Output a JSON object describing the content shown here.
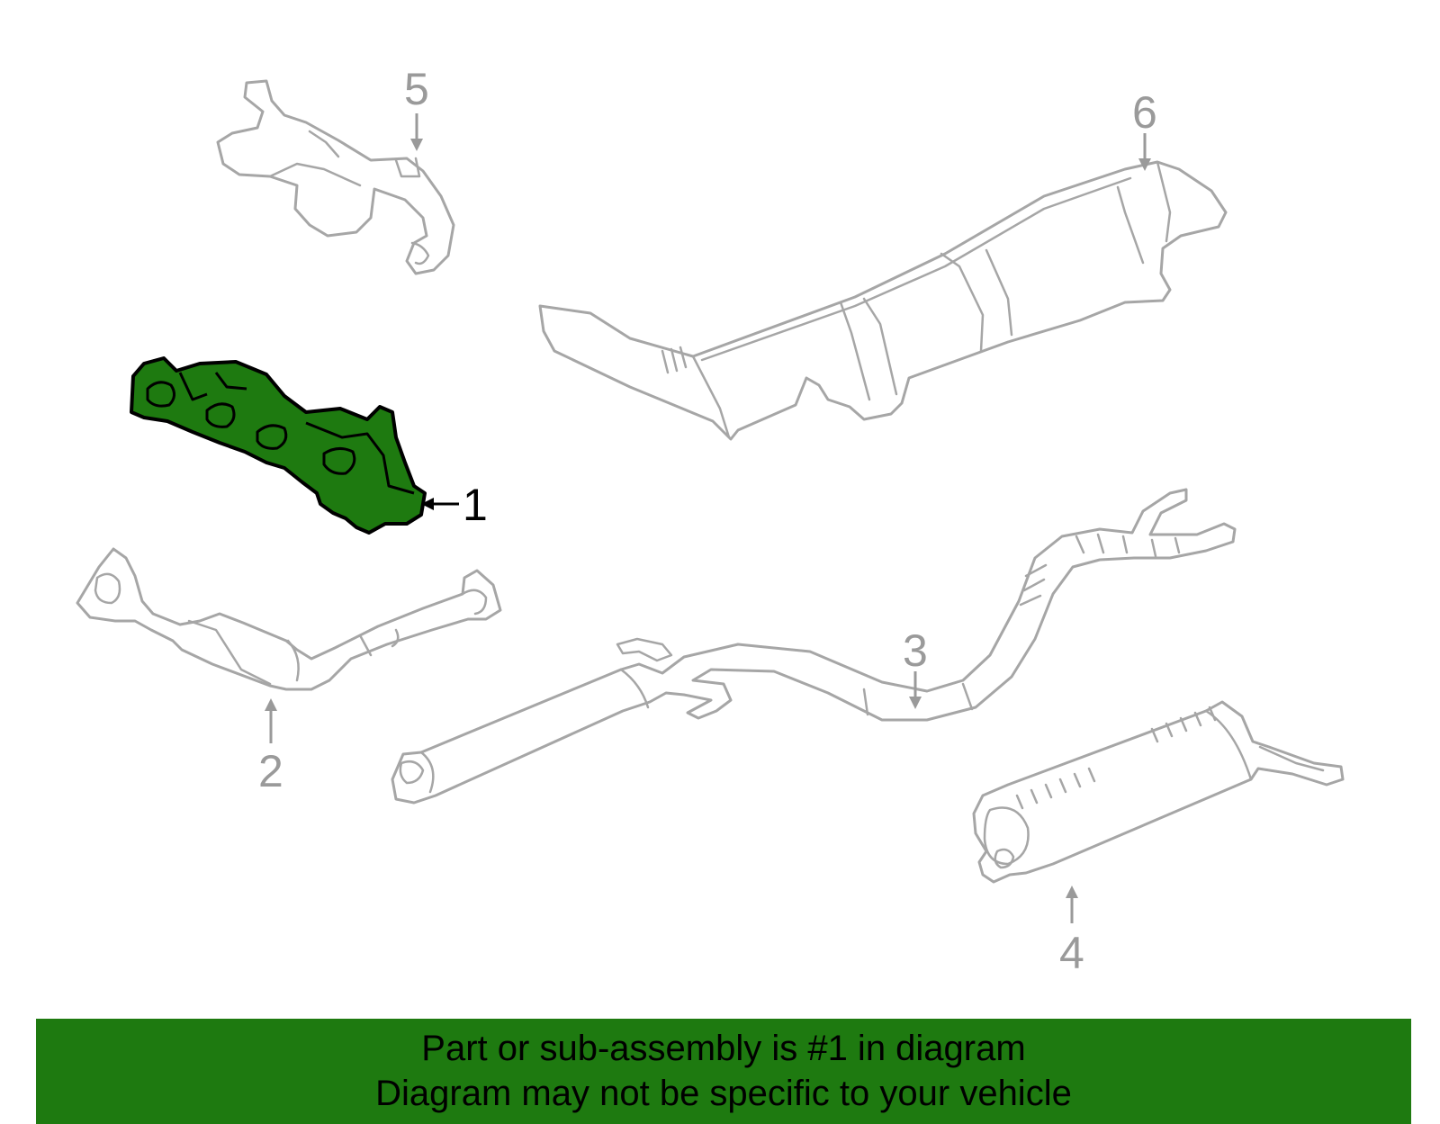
{
  "diagram": {
    "callouts": [
      {
        "id": "1",
        "label": "1",
        "highlighted": true
      },
      {
        "id": "2",
        "label": "2",
        "highlighted": false
      },
      {
        "id": "3",
        "label": "3",
        "highlighted": false
      },
      {
        "id": "4",
        "label": "4",
        "highlighted": false
      },
      {
        "id": "5",
        "label": "5",
        "highlighted": false
      },
      {
        "id": "6",
        "label": "6",
        "highlighted": false
      }
    ]
  },
  "banner": {
    "line1": "Part or sub-assembly is #1 in diagram",
    "line2": "Diagram may not be specific to your vehicle"
  },
  "colors": {
    "highlight": "#1e7a10",
    "outline": "#a6a6a6",
    "banner_bg": "#1e7a10"
  }
}
